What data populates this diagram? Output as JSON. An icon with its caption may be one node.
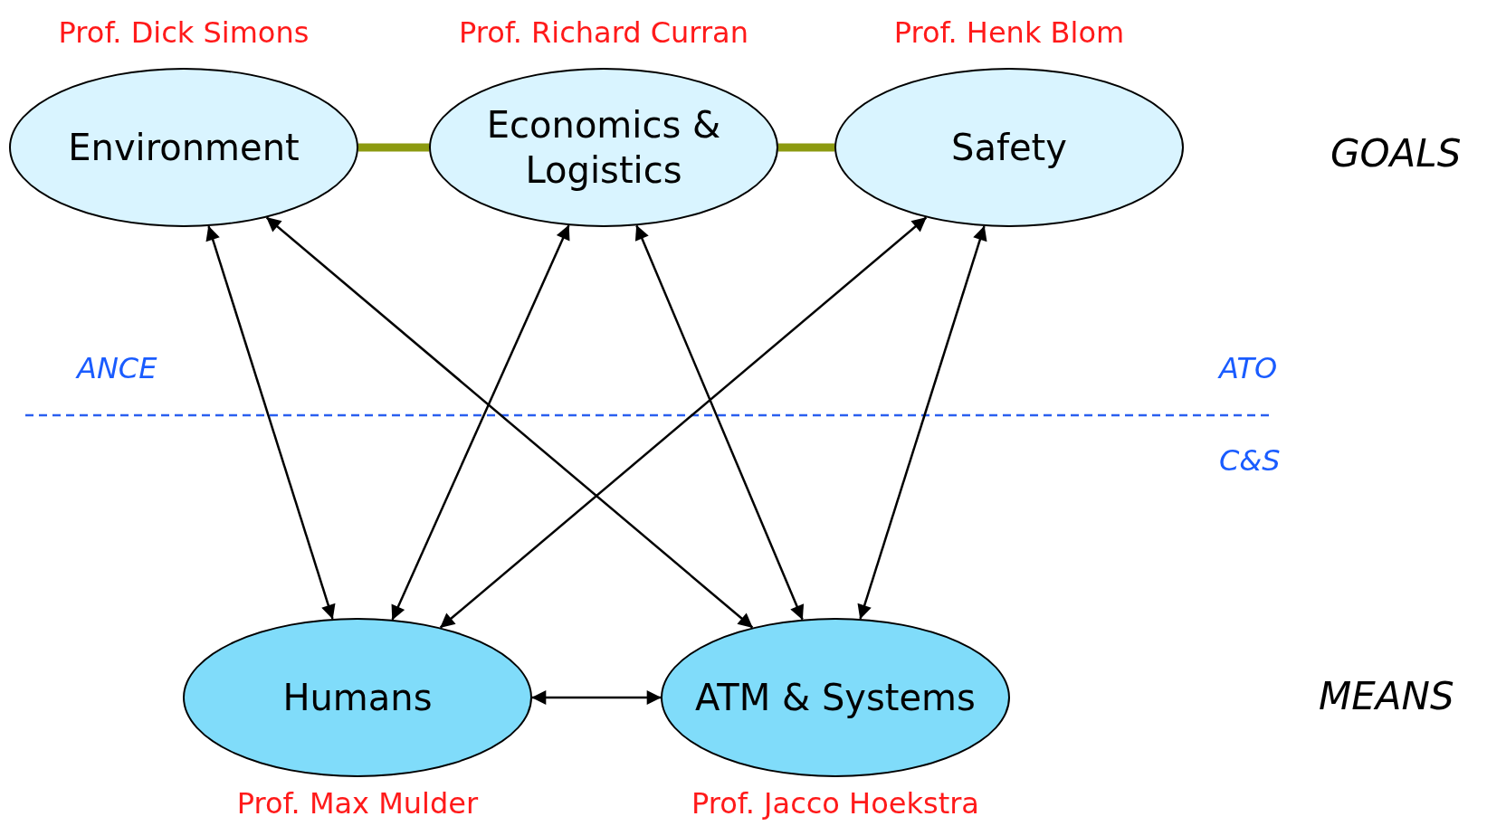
{
  "diagram": {
    "nodes": [
      {
        "text": [
          "Environment"
        ],
        "beside": [
          "Prof. Dick Simons"
        ]
      },
      {
        "text": [
          "Economics & Logistics"
        ],
        "beside": [
          "Prof. Richard Curran"
        ]
      },
      {
        "text": [
          "Safety"
        ],
        "beside": [
          "Prof. Henk Blom"
        ]
      },
      {
        "text": [
          "Humans"
        ],
        "beside": [
          "Prof. Max Mulder"
        ]
      },
      {
        "text": [
          "ATM & Systems"
        ],
        "beside": [
          "Prof. Jacco Hoekstra"
        ]
      }
    ],
    "edges": [
      {
        "from": 0,
        "to": 1,
        "arrow": "none",
        "style": "thick",
        "color": "#8c9a10"
      },
      {
        "from": 1,
        "to": 2,
        "arrow": "none",
        "style": "thick",
        "color": "#8c9a10"
      },
      {
        "from": 0,
        "to": 3,
        "arrow": "both"
      },
      {
        "from": 0,
        "to": 4,
        "arrow": "both"
      },
      {
        "from": 1,
        "to": 3,
        "arrow": "both"
      },
      {
        "from": 1,
        "to": 4,
        "arrow": "both"
      },
      {
        "from": 2,
        "to": 3,
        "arrow": "both"
      },
      {
        "from": 2,
        "to": 4,
        "arrow": "both"
      },
      {
        "from": 3,
        "to": 4,
        "arrow": "both"
      }
    ],
    "labels": [
      "GOALS",
      "ANCE",
      "ATO",
      "C&S",
      "MEANS"
    ]
  }
}
